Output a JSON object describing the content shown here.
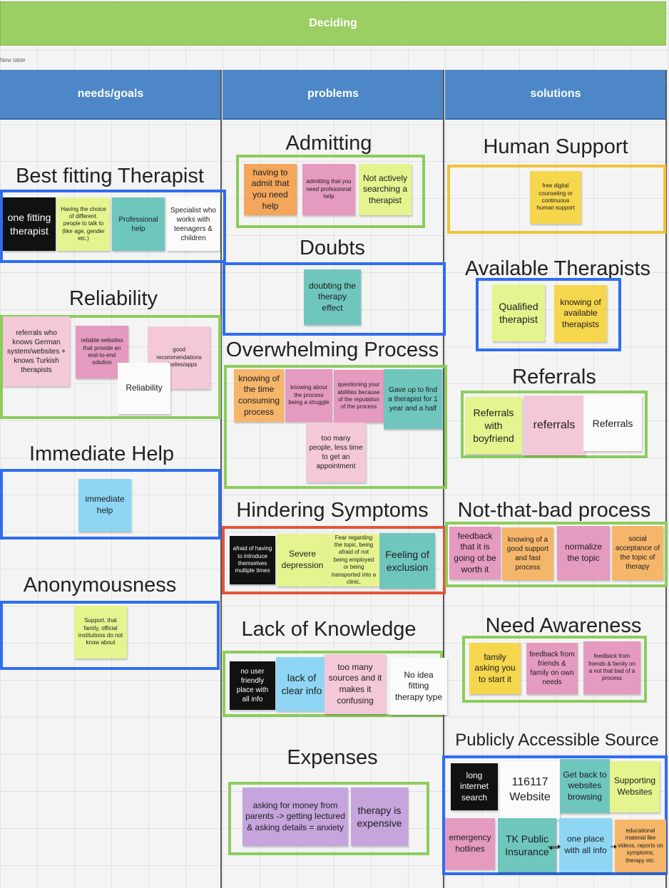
{
  "board": {
    "title": "Deciding",
    "caption": "New table",
    "columns": [
      "needs/goals",
      "problems",
      "solutions"
    ],
    "colors": {
      "title_bar": "#9ccf63",
      "column_header": "#4d87c7",
      "frame_blue": "#2f6cf0",
      "frame_green": "#8ccc5c",
      "frame_yellow": "#f2c23a",
      "frame_red": "#e6533a"
    }
  },
  "groups": {
    "best_fitting_therapist": {
      "title": "Best fitting Therapist",
      "notes": [
        "one fitting therapist",
        "Having the choice of different. people to talk to (like age, gender etc.)",
        "Professional help",
        "Specialist who works with teenagers & children"
      ]
    },
    "reliability": {
      "title": "Reliability",
      "notes": [
        "referrals who knows German system/websites + knows Turkish therapists",
        "reliable websites that provide an end-to-end solution",
        "good recommendations websites/apps",
        "Reliability"
      ]
    },
    "immediate_help": {
      "title": "Immediate Help",
      "notes": [
        "immediate help"
      ]
    },
    "anonymousness": {
      "title": "Anonymousness",
      "notes": [
        "Support, that family, official institutions do not know about"
      ]
    },
    "admitting": {
      "title": "Admitting",
      "notes": [
        "having to admit that you need help",
        "admitting that you need professional help",
        "Not actively searching a therapist"
      ]
    },
    "doubts": {
      "title": "Doubts",
      "notes": [
        "doubting the therapy effect"
      ]
    },
    "overwhelming_process": {
      "title": "Overwhelming Process",
      "notes": [
        "knowing of the time consuming process",
        "knowing about the process being a struggle",
        "questioning your abilities because of the reputation of the process",
        "Gave up to find a therapist for 1 year and a half",
        "too many people, less time to get an appointment"
      ]
    },
    "hindering_symptoms": {
      "title": "Hindering Symptoms",
      "notes": [
        "afraid of having to introduce themselves multiple times",
        "Severe depression",
        "Fear regarding the topic, being afraid of not being employed or being transported into a clinic,",
        "Feeling of exclusion"
      ]
    },
    "lack_of_knowledge": {
      "title": "Lack of Knowledge",
      "notes": [
        "no user friendly place with all info",
        "lack of clear info",
        "too many sources and it makes it confusing",
        "No idea fitting therapy type"
      ]
    },
    "expenses": {
      "title": "Expenses",
      "notes": [
        "asking for money from parents -> getting lectured & asking details = anxiety",
        "therapy is expensive"
      ]
    },
    "human_support": {
      "title": "Human Support",
      "notes": [
        "free digital counseling or continuous human support"
      ]
    },
    "available_therapists": {
      "title": "Available Therapists",
      "notes": [
        "Qualified therapist",
        "knowing of available therapists"
      ]
    },
    "referrals": {
      "title": "Referrals",
      "notes": [
        "Referrals with boyfriend",
        "referrals",
        "Referrals"
      ]
    },
    "not_that_bad_process": {
      "title": "Not-that-bad process",
      "notes": [
        "feedback that it is going ot be worth it",
        "knowing of a good support and fast process",
        "normalize the topic",
        "social acceptance of the topic of therapy"
      ]
    },
    "need_awareness": {
      "title": "Need Awareness",
      "notes": [
        "family asking you to start it",
        "feedback from friends & family on own needs",
        "feedback from friends & family on a not that bad of a process"
      ]
    },
    "publicly_accessible_source": {
      "title": "Publicly Accessible Source",
      "notes": [
        "long internet search",
        "116117 Website",
        "Get back to websites browsing",
        "Supporting Websites",
        "emergency hotlines",
        "TK Public Insurance",
        "one place with all info",
        "educational material like videos, reports on symptoms, therapy etc."
      ]
    }
  }
}
